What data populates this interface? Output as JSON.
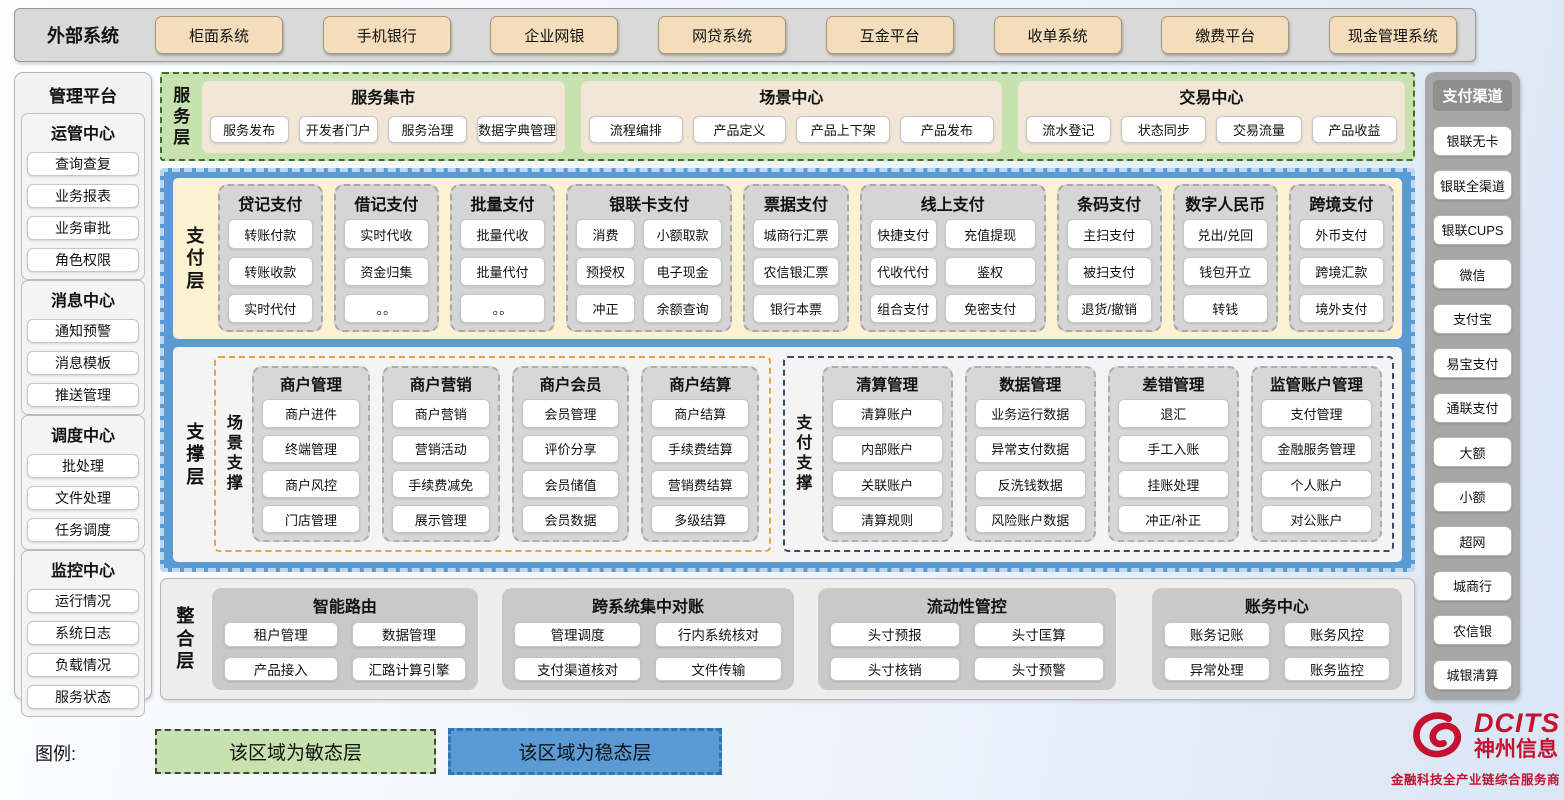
{
  "external_systems": {
    "label": "外部系统",
    "items": [
      "柜面系统",
      "手机银行",
      "企业网银",
      "网贷系统",
      "互金平台",
      "收单系统",
      "缴费平台",
      "现金管理系统"
    ]
  },
  "management_platform": {
    "title": "管理平台",
    "groups": [
      {
        "title": "运管中心",
        "items": [
          "查询查复",
          "业务报表",
          "业务审批",
          "角色权限"
        ]
      },
      {
        "title": "消息中心",
        "items": [
          "通知预警",
          "消息模板",
          "推送管理"
        ]
      },
      {
        "title": "调度中心",
        "items": [
          "批处理",
          "文件处理",
          "任务调度"
        ]
      },
      {
        "title": "监控中心",
        "items": [
          "运行情况",
          "系统日志",
          "负载情况",
          "服务状态"
        ]
      }
    ]
  },
  "service_layer": {
    "label": "服务层",
    "sections": [
      {
        "title": "服务集市",
        "items": [
          "服务发布",
          "开发者门户",
          "服务治理",
          "数据字典管理"
        ]
      },
      {
        "title": "场景中心",
        "items": [
          "流程编排",
          "产品定义",
          "产品上下架",
          "产品发布"
        ]
      },
      {
        "title": "交易中心",
        "items": [
          "流水登记",
          "状态同步",
          "交易流量",
          "产品收益"
        ]
      }
    ]
  },
  "payment_layer": {
    "label": "支付层",
    "columns": [
      {
        "title": "贷记支付",
        "items": [
          "转账付款",
          "转账收款",
          "实时代付"
        ]
      },
      {
        "title": "借记支付",
        "items": [
          "实时代收",
          "资金归集",
          "。。"
        ]
      },
      {
        "title": "批量支付",
        "items": [
          "批量代收",
          "批量代付",
          "。。"
        ]
      },
      {
        "title": "银联卡支付",
        "items": [
          "消费",
          "小额取款",
          "预授权",
          "电子现金",
          "冲正",
          "余额查询"
        ]
      },
      {
        "title": "票据支付",
        "items": [
          "城商行汇票",
          "农信银汇票",
          "银行本票"
        ]
      },
      {
        "title": "线上支付",
        "items": [
          "快捷支付",
          "充值提现",
          "代收代付",
          "鉴权",
          "组合支付",
          "免密支付"
        ]
      },
      {
        "title": "条码支付",
        "items": [
          "主扫支付",
          "被扫支付",
          "退货/撤销"
        ]
      },
      {
        "title": "数字人民币",
        "items": [
          "兑出/兑回",
          "钱包开立",
          "转钱"
        ]
      },
      {
        "title": "跨境支付",
        "items": [
          "外币支付",
          "跨境汇款",
          "境外支付"
        ]
      }
    ]
  },
  "support_layer": {
    "label": "支撑层",
    "groups": [
      {
        "label": "场景支撑",
        "columns": [
          {
            "title": "商户管理",
            "items": [
              "商户进件",
              "终端管理",
              "商户风控",
              "门店管理"
            ]
          },
          {
            "title": "商户营销",
            "items": [
              "商户营销",
              "营销活动",
              "手续费减免",
              "展示管理"
            ]
          },
          {
            "title": "商户会员",
            "items": [
              "会员管理",
              "评价分享",
              "会员储值",
              "会员数据"
            ]
          },
          {
            "title": "商户结算",
            "items": [
              "商户结算",
              "手续费结算",
              "营销费结算",
              "多级结算"
            ]
          }
        ]
      },
      {
        "label": "支付支撑",
        "columns": [
          {
            "title": "清算管理",
            "items": [
              "清算账户",
              "内部账户",
              "关联账户",
              "清算规则"
            ]
          },
          {
            "title": "数据管理",
            "items": [
              "业务运行数据",
              "异常支付数据",
              "反洗钱数据",
              "风险账户数据"
            ]
          },
          {
            "title": "差错管理",
            "items": [
              "退汇",
              "手工入账",
              "挂账处理",
              "冲正/补正"
            ]
          },
          {
            "title": "监管账户管理",
            "items": [
              "支付管理",
              "金融服务管理",
              "个人账户",
              "对公账户"
            ]
          }
        ]
      }
    ]
  },
  "integration_layer": {
    "label": "整合层",
    "sections": [
      {
        "title": "智能路由",
        "items": [
          "租户管理",
          "数据管理",
          "产品接入",
          "汇路计算引擎"
        ]
      },
      {
        "title": "跨系统集中对账",
        "items": [
          "管理调度",
          "行内系统核对",
          "支付渠道核对",
          "文件传输"
        ]
      },
      {
        "title": "流动性管控",
        "items": [
          "头寸预报",
          "头寸匡算",
          "头寸核销",
          "头寸预警"
        ]
      },
      {
        "title": "账务中心",
        "items": [
          "账务记账",
          "账务风控",
          "异常处理",
          "账务监控"
        ]
      }
    ]
  },
  "payment_channels": {
    "title": "支付渠道",
    "items": [
      "银联无卡",
      "银联全渠道",
      "银联CUPS",
      "微信",
      "支付宝",
      "易宝支付",
      "通联支付",
      "大额",
      "小额",
      "超网",
      "城商行",
      "农信银",
      "城银清算"
    ]
  },
  "legend": {
    "label": "图例:",
    "agile": "该区域为敏态层",
    "stable": "该区域为稳态层"
  },
  "logo": {
    "name": "DCITS",
    "company": "神州信息",
    "tagline": "金融科技全产业链综合服务商"
  },
  "colors": {
    "agile_green": "#c7e1af",
    "stable_blue": "#5b9bd5",
    "external_tan": "#f4ddba",
    "payment_cream": "#fcf2d2",
    "scene_orange_border": "#e8a33d",
    "pay_navy_border": "#3a4a66",
    "logo_red": "#c4122f"
  }
}
